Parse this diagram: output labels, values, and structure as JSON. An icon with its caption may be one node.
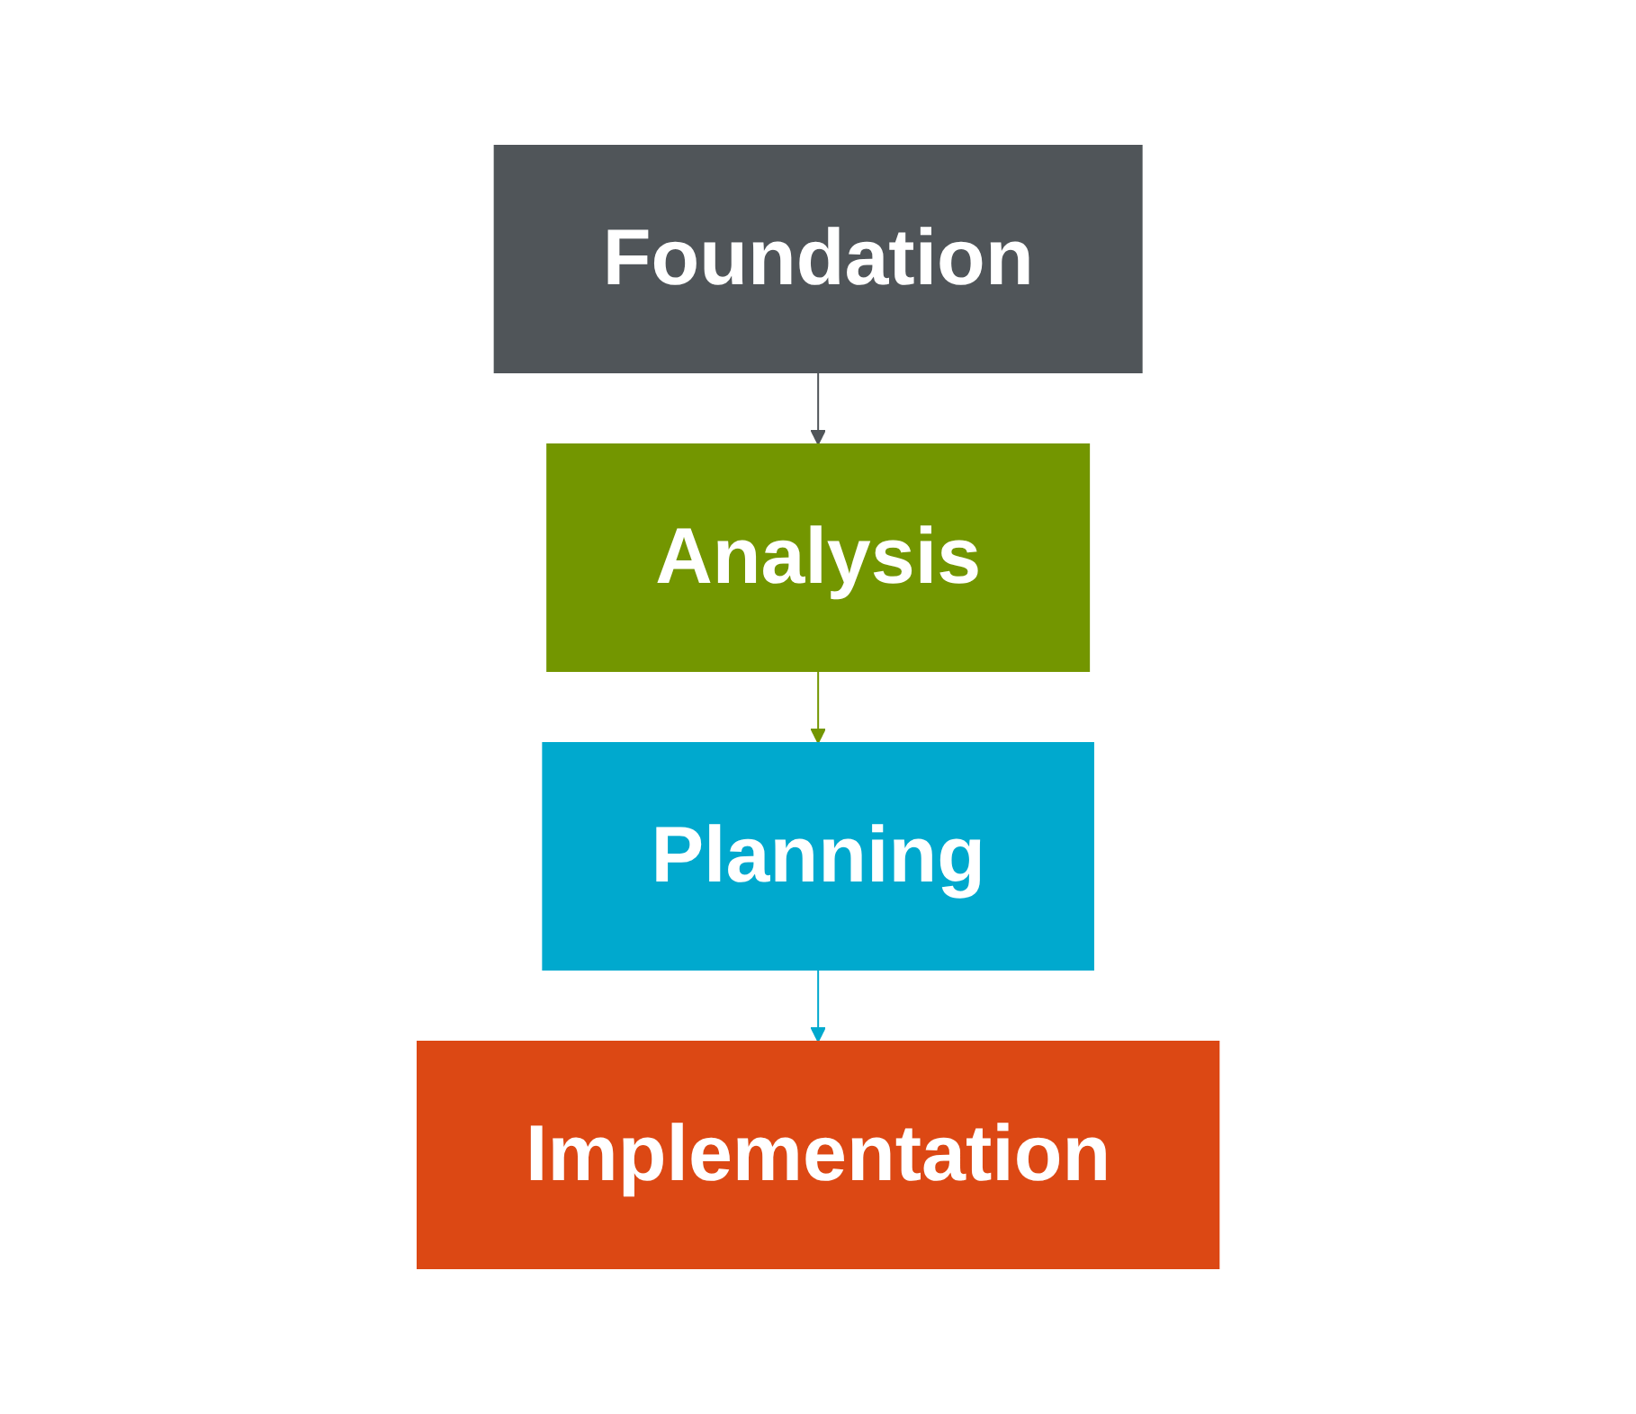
{
  "diagram": {
    "nodes": [
      {
        "text": [
          "Foundation"
        ]
      },
      {
        "text": [
          "Analysis"
        ]
      },
      {
        "text": [
          "Planning"
        ]
      },
      {
        "text": [
          "Implementation"
        ]
      }
    ],
    "edges": [
      {
        "from": 0,
        "to": 1,
        "arrow": "to",
        "color": "#505559"
      },
      {
        "from": 1,
        "to": 2,
        "arrow": "to",
        "color": "#739600"
      },
      {
        "from": 2,
        "to": 3,
        "arrow": "to",
        "color": "#00a9ce"
      }
    ]
  }
}
